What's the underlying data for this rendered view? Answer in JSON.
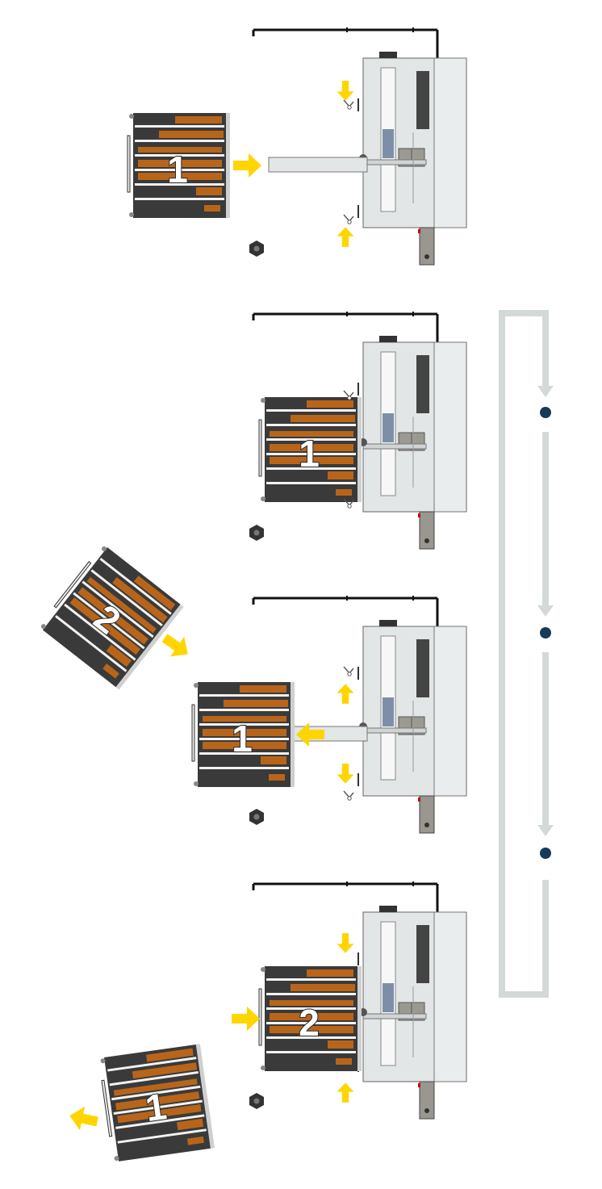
{
  "colors": {
    "arrow": "#ffd500",
    "pallet_dark": "#3a3a3a",
    "wood": "#b8651a",
    "machine": "#e2e6e6",
    "sequence_line": "#d3d9d9",
    "sequence_dot": "#173a57",
    "panel_blue": "#7d8fa8"
  },
  "icons": [
    "yellow-arrow-icon",
    "hexagon-nut-icon",
    "pallet-icon",
    "sequence-dot-icon"
  ],
  "steps": [
    {
      "pallets": [
        {
          "label": "1"
        }
      ]
    },
    {
      "pallets": [
        {
          "label": "1"
        }
      ]
    },
    {
      "pallets": [
        {
          "label": "2"
        },
        {
          "label": "1"
        }
      ]
    },
    {
      "pallets": [
        {
          "label": "2"
        },
        {
          "label": "1"
        }
      ]
    }
  ]
}
